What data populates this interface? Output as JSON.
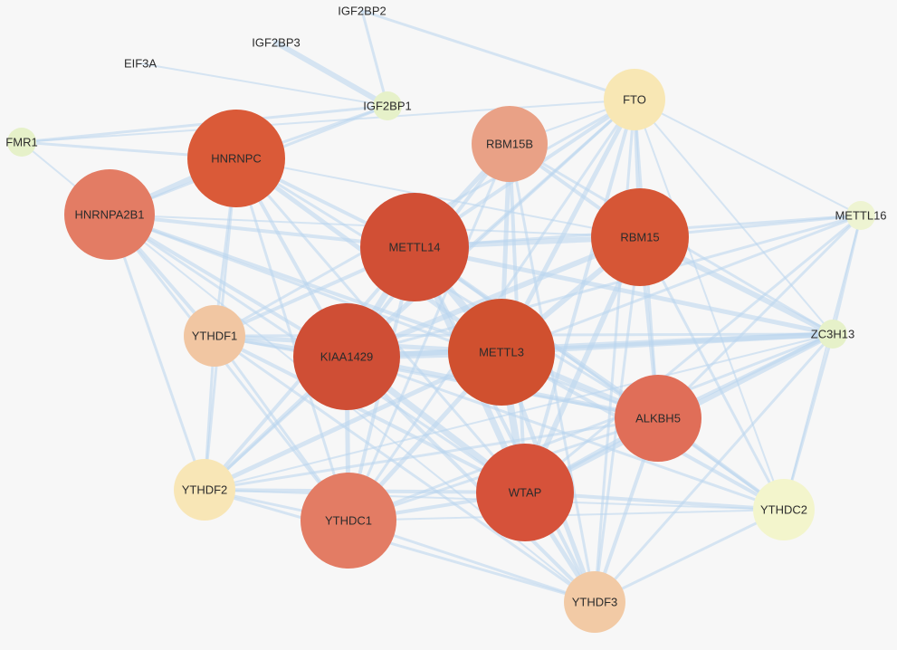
{
  "network": {
    "nodes": [
      {
        "id": "IGF2BP2",
        "label": "IGF2BP2",
        "color": "#eaf4d8",
        "size": "tiny"
      },
      {
        "id": "IGF2BP3",
        "label": "IGF2BP3",
        "color": "#eaf4d8",
        "size": "tiny"
      },
      {
        "id": "EIF3A",
        "label": "EIF3A",
        "color": "#eaf4d8",
        "size": "tiny"
      },
      {
        "id": "IGF2BP1",
        "label": "IGF2BP1",
        "color": "#e6f1c9",
        "size": "small"
      },
      {
        "id": "FMR1",
        "label": "FMR1",
        "color": "#e6f1c9",
        "size": "small"
      },
      {
        "id": "FTO",
        "label": "FTO",
        "color": "#f8e7b4",
        "size": "medium"
      },
      {
        "id": "HNRNPC",
        "label": "HNRNPC",
        "color": "#da5a38",
        "size": "large"
      },
      {
        "id": "RBM15B",
        "label": "RBM15B",
        "color": "#e9a186",
        "size": "medium-large"
      },
      {
        "id": "HNRNPA2B1",
        "label": "HNRNPA2B1",
        "color": "#e37c64",
        "size": "large"
      },
      {
        "id": "METTL14",
        "label": "METTL14",
        "color": "#d14f35",
        "size": "xlarge"
      },
      {
        "id": "RBM15",
        "label": "RBM15",
        "color": "#d65636",
        "size": "large"
      },
      {
        "id": "METTL16",
        "label": "METTL16",
        "color": "#eef4d2",
        "size": "small"
      },
      {
        "id": "YTHDF1",
        "label": "YTHDF1",
        "color": "#f1c6a2",
        "size": "medium"
      },
      {
        "id": "KIAA1429",
        "label": "KIAA1429",
        "color": "#cf4e35",
        "size": "xlarge"
      },
      {
        "id": "METTL3",
        "label": "METTL3",
        "color": "#d0502f",
        "size": "xlarge"
      },
      {
        "id": "ZC3H13",
        "label": "ZC3H13",
        "color": "#e6f1c9",
        "size": "small"
      },
      {
        "id": "ALKBH5",
        "label": "ALKBH5",
        "color": "#e06e58",
        "size": "large"
      },
      {
        "id": "YTHDF2",
        "label": "YTHDF2",
        "color": "#f8e6b6",
        "size": "medium"
      },
      {
        "id": "WTAP",
        "label": "WTAP",
        "color": "#d6523a",
        "size": "large"
      },
      {
        "id": "YTHDC1",
        "label": "YTHDC1",
        "color": "#e37c64",
        "size": "large"
      },
      {
        "id": "YTHDC2",
        "label": "YTHDC2",
        "color": "#f3f5cc",
        "size": "medium"
      },
      {
        "id": "YTHDF3",
        "label": "YTHDF3",
        "color": "#f2caa5",
        "size": "medium"
      }
    ],
    "edge_color": "#b9d6ef"
  }
}
